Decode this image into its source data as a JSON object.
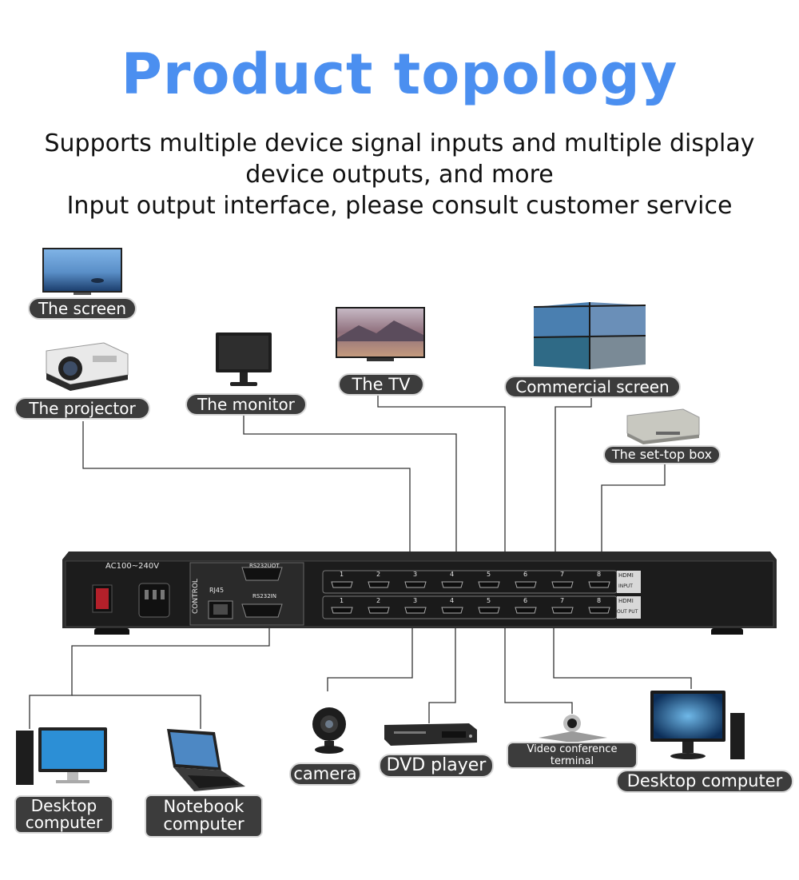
{
  "title": "Product topology",
  "subtitle": {
    "line1": "Supports multiple device signal inputs and multiple display",
    "line2": "device outputs, and more",
    "line3": "Input output interface, please consult customer service"
  },
  "devices": {
    "screen": "The screen",
    "projector": "The projector",
    "monitor": "The monitor",
    "tv": "The TV",
    "commercial_screen": "Commercial screen",
    "set_top_box": "The set-top box",
    "camera": "camera",
    "dvd_player": "DVD player",
    "video_conference": "Video conference terminal",
    "desktop_left": "Desktop computer",
    "notebook": "Notebook computer",
    "desktop_right": "Desktop computer"
  },
  "panel": {
    "power_label": "AC100~240V",
    "control_label": "CONTROL",
    "rj45_label": "RJ45",
    "rs232_out_label": "RS232UOT",
    "rs232_in_label": "RS232IN",
    "hdmi_label": "HDMI",
    "input_label": "INPUT",
    "output_label": "OUT PUT",
    "port_numbers": [
      "1",
      "2",
      "3",
      "4",
      "5",
      "6",
      "7",
      "8"
    ]
  }
}
